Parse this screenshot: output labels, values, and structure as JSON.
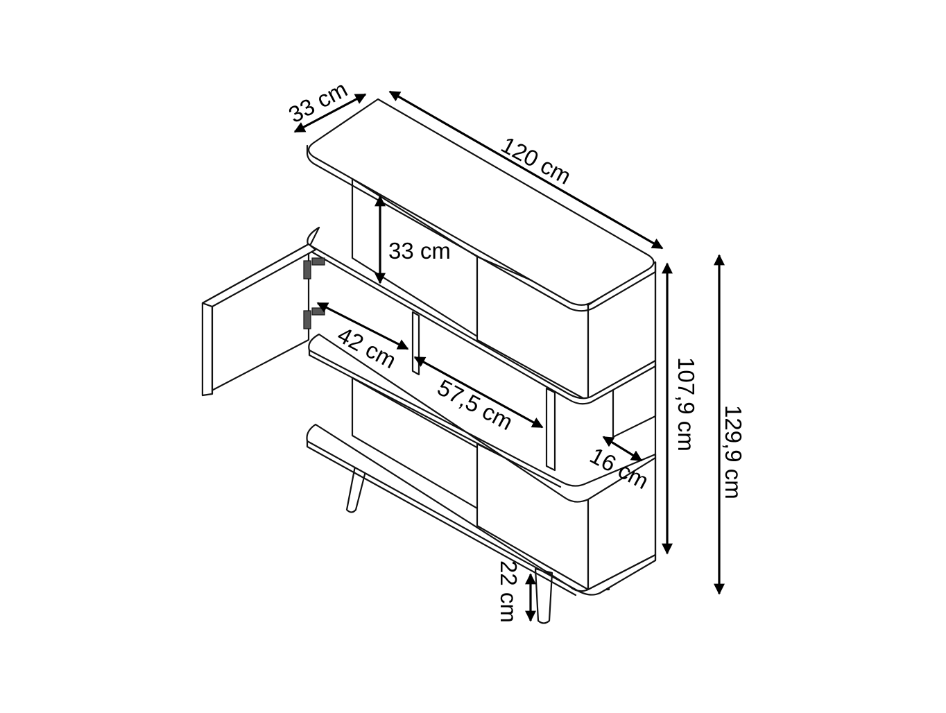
{
  "colors": {
    "line": "#111111",
    "background": "#ffffff"
  },
  "labels": {
    "depth_top": "33 cm",
    "width": "120 cm",
    "shelf_height": "33 cm",
    "inner_depth": "42 cm",
    "inner_width": "57,5 cm",
    "step": "16 cm",
    "body_height": "107,9 cm",
    "total_height": "129,9 cm",
    "leg_height": "22 cm"
  }
}
